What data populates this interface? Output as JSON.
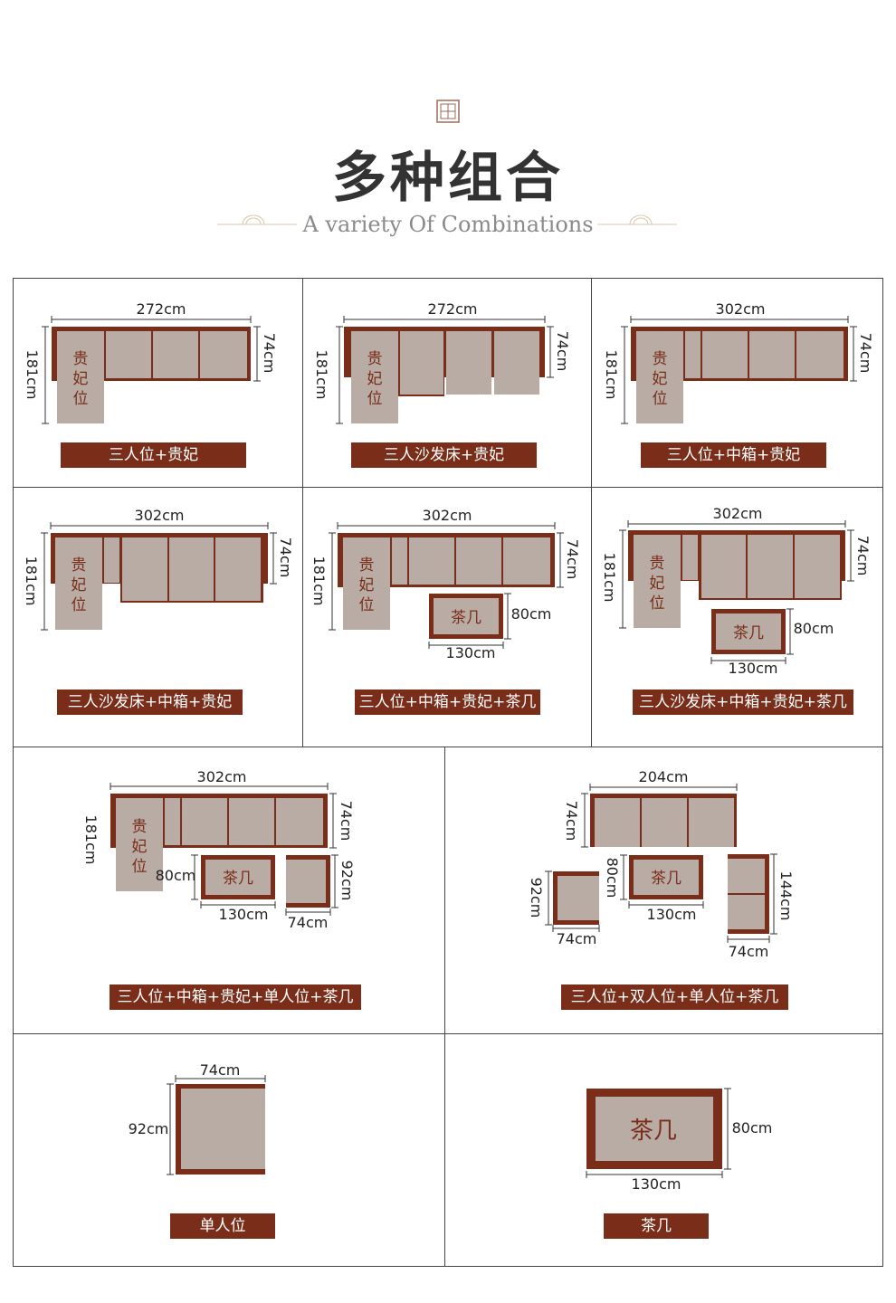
{
  "header": {
    "title": "多种组合",
    "subtitle": "A variety Of Combinations"
  },
  "colors": {
    "frame": "#7a2e1a",
    "cushion": "#b8aca4",
    "line": "#333333",
    "label_bg": "#7a2e1a"
  },
  "text": {
    "gui": "贵",
    "fei": "妃",
    "wei": "位",
    "chaji": "茶几",
    "d272": "272cm",
    "d302": "302cm",
    "d204": "204cm",
    "d181": "181cm",
    "d74": "74cm",
    "d80": "80cm",
    "d130": "130cm",
    "d92": "92cm",
    "d144": "144cm"
  },
  "labels": {
    "c1": "三人位+贵妃",
    "c2": "三人沙发床+贵妃",
    "c3": "三人位+中箱+贵妃",
    "c4": "三人沙发床+中箱+贵妃",
    "c5": "三人位+中箱+贵妃+茶几",
    "c6": "三人沙发床+中箱+贵妃+茶几",
    "c7": "三人位+中箱+贵妃+单人位+茶几",
    "c8": "三人位+双人位+单人位+茶几",
    "c9": "单人位",
    "c10": "茶几"
  }
}
